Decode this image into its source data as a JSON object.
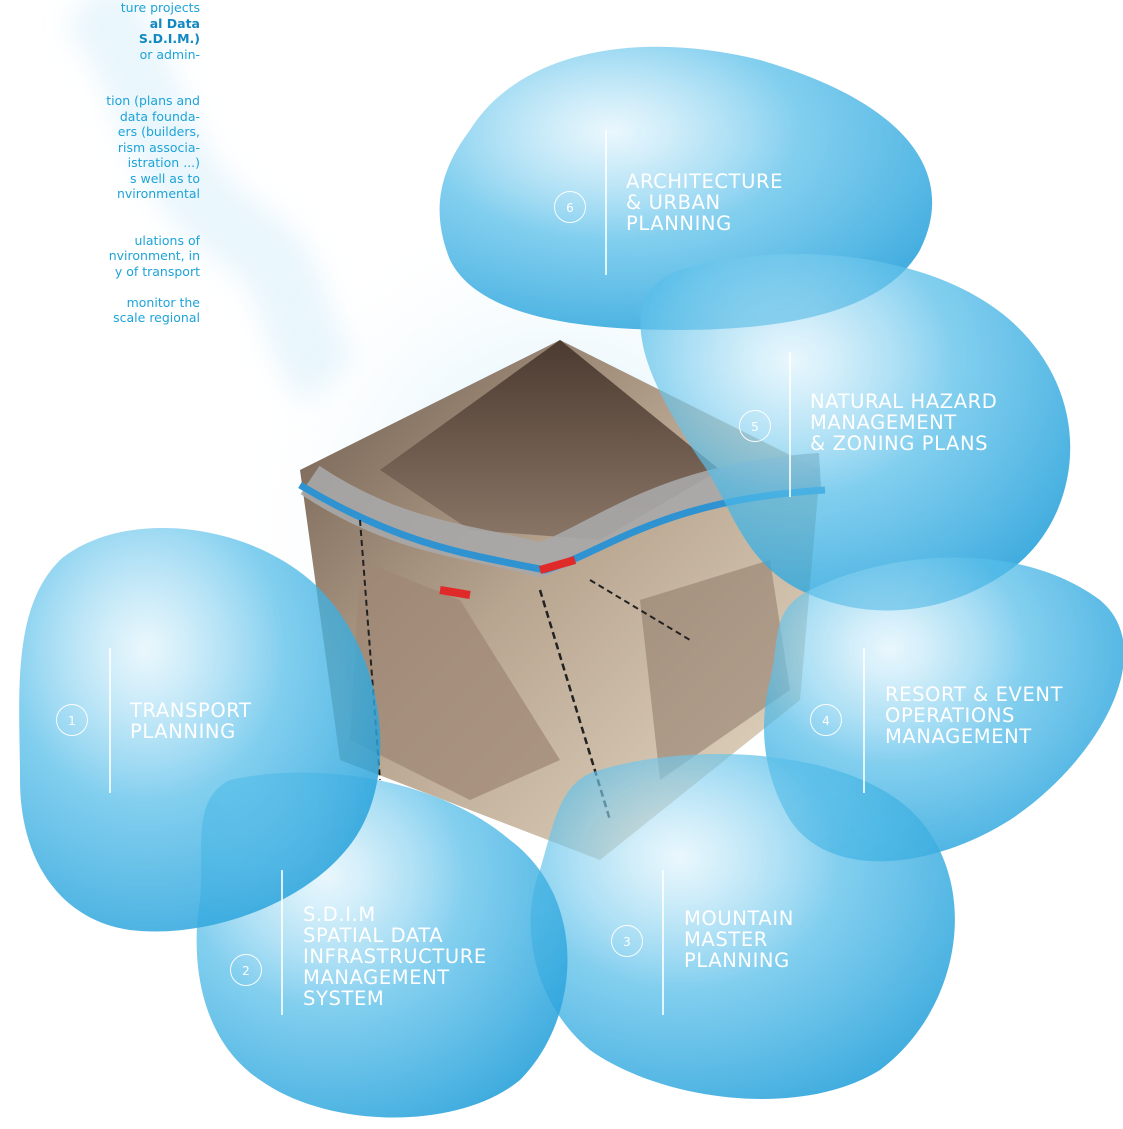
{
  "intro": {
    "lines": [
      {
        "text": "ture projects",
        "style": "normal"
      },
      {
        "text": "al Data",
        "style": "bold"
      },
      {
        "text": "S.D.I.M.)",
        "style": "bold"
      },
      {
        "text": "or admin-",
        "style": "normal"
      },
      {
        "text": "",
        "style": "gap"
      },
      {
        "text": "",
        "style": "gap"
      },
      {
        "text": "tion (plans and",
        "style": "normal"
      },
      {
        "text": "data founda-",
        "style": "normal"
      },
      {
        "text": "ers (builders,",
        "style": "normal"
      },
      {
        "text": "rism associa-",
        "style": "normal"
      },
      {
        "text": "istration ...)",
        "style": "normal"
      },
      {
        "text": "s well as to",
        "style": "normal"
      },
      {
        "text": "nvironmental",
        "style": "normal"
      },
      {
        "text": "",
        "style": "gap"
      },
      {
        "text": "",
        "style": "gap"
      },
      {
        "text": "ulations of",
        "style": "normal"
      },
      {
        "text": "nvironment, in",
        "style": "normal"
      },
      {
        "text": "y of transport",
        "style": "normal"
      },
      {
        "text": "",
        "style": "gap"
      },
      {
        "text": "monitor the",
        "style": "normal"
      },
      {
        "text": "scale regional",
        "style": "normal"
      }
    ]
  },
  "segments": [
    {
      "number": "1",
      "heading": "",
      "lines": [
        "TRANSPORT",
        "PLANNING"
      ]
    },
    {
      "number": "2",
      "heading": "S.D.I.M",
      "lines": [
        "SPATIAL DATA",
        "INFRASTRUCTURE",
        "MANAGEMENT",
        "SYSTEM"
      ]
    },
    {
      "number": "3",
      "heading": "",
      "lines": [
        "MOUNTAIN",
        "MASTER",
        "PLANNING"
      ]
    },
    {
      "number": "4",
      "heading": "",
      "lines": [
        "RESORT & EVENT",
        "OPERATIONS",
        "MANAGEMENT"
      ]
    },
    {
      "number": "5",
      "heading": "",
      "lines": [
        "NATURAL HAZARD",
        "MANAGEMENT",
        "& ZONING PLANS"
      ]
    },
    {
      "number": "6",
      "heading": "",
      "lines": [
        "ARCHITECTURE",
        "& URBAN",
        "PLANNING"
      ]
    }
  ],
  "colors": {
    "petal": "#2aa7df",
    "petal_light": "#8fd3f0",
    "intro_text": "#1ea3d9",
    "intro_bold": "#1288c0",
    "label": "#ffffff"
  }
}
